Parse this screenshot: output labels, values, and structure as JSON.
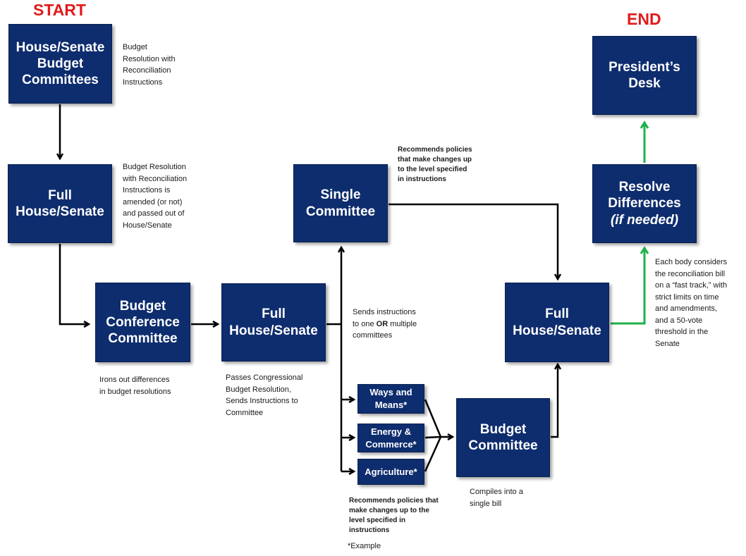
{
  "start_label": "START",
  "end_label": "END",
  "boxes": {
    "budget_committees": "House/Senate\nBudget\nCommittees",
    "full_1": "Full\nHouse/Senate",
    "conference": "Budget\nConference\nCommittee",
    "full_2": "Full\nHouse/Senate",
    "single": "Single\nCommittee",
    "ways": "Ways and\nMeans*",
    "energy": "Energy &\nCommerce*",
    "agriculture": "Agriculture*",
    "budget_committee": "Budget\nCommittee",
    "full_3": "Full\nHouse/Senate",
    "resolve": "Resolve\nDifferences",
    "resolve_sub": "(if needed)",
    "president": "President’s\nDesk"
  },
  "notes": {
    "n1": "Budget\nResolution with\nReconciliation\nInstructions",
    "n2": "Budget Resolution\nwith Reconciliation\nInstructions is\namended (or not)\nand passed out of\nHouse/Senate",
    "n3": "Irons out differences\nin budget resolutions",
    "n4": "Passes Congressional\nBudget Resolution,\nSends Instructions to\nCommittee",
    "n5_a": "Sends instructions\nto one ",
    "n5_b": "OR",
    "n5_c": " multiple\ncommittees",
    "n6": "Recommends policies\nthat make changes up\nto the level specified\nin instructions",
    "n7": "Recommends policies that\nmake changes up to the\nlevel specified in\ninstructions",
    "n8": "*Example",
    "n9": "Compiles into a\nsingle bill",
    "n10": "Each body considers\nthe reconciliation bill\non a “fast track,” with\nstrict limits on time\nand amendments,\nand a 50-vote\nthreshold in the\nSenate"
  },
  "colors": {
    "box": "#0e2d6e",
    "arrow": "#000000",
    "arrow_green": "#1fb14a",
    "label_red": "#e01b1b"
  }
}
